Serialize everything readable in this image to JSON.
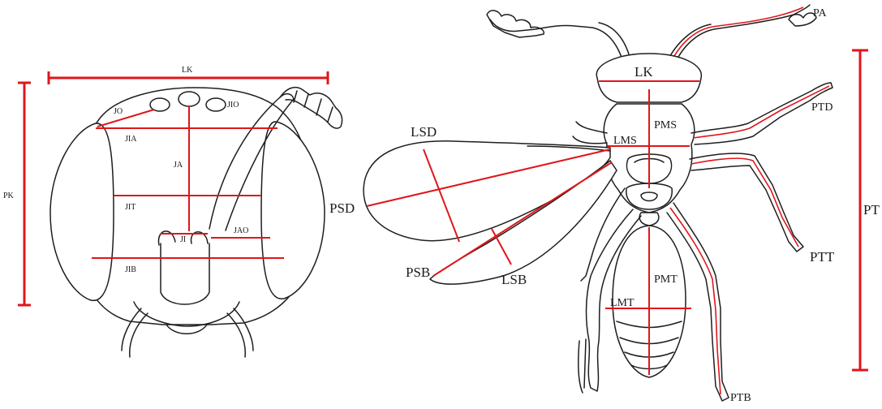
{
  "head_figure": {
    "labels": {
      "lk": "LK",
      "pk": "PK",
      "jo": "JO",
      "jio": "JIO",
      "jia": "JIA",
      "ja": "JA",
      "jit": "JIT",
      "jao": "JAO",
      "ji": "JI",
      "jib": "JIB"
    }
  },
  "body_figure": {
    "labels": {
      "pa": "PA",
      "lk": "LK",
      "ptd": "PTD",
      "pms": "PMS",
      "lms": "LMS",
      "lsd": "LSD",
      "psd": "PSD",
      "psb": "PSB",
      "lsb": "LSB",
      "pmt": "PMT",
      "lmt": "LMT",
      "ptt": "PTT",
      "pt": "PT",
      "ptb": "PTB"
    }
  },
  "colors": {
    "measure_lines": "#e0161b",
    "outline": "#1e1e1e",
    "background": "#ffffff"
  }
}
